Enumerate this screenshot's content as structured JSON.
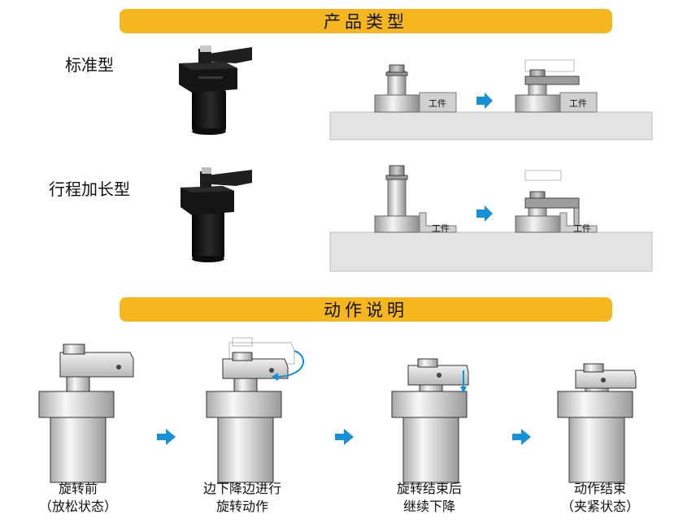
{
  "sections": {
    "product_types": "产品类型",
    "action_description": "动作说明"
  },
  "types": [
    {
      "label": "标准型",
      "workpiece_before": "工件",
      "workpiece_after": "工件"
    },
    {
      "label": "行程加长型",
      "workpiece_before": "工件",
      "workpiece_after": "工件"
    }
  ],
  "steps": [
    {
      "line1": "旋转前",
      "line2": "（放松状态）"
    },
    {
      "line1": "边下降边进行",
      "line2": "旋转动作"
    },
    {
      "line1": "旋转结束后",
      "line2": "继续下降"
    },
    {
      "line1": "动作结束",
      "line2": "（夹紧状态）"
    }
  ],
  "colors": {
    "banner": "#f6b61e",
    "arrow": "#1591d7",
    "table": "#e3e3e3",
    "cylinder_body": "#111111"
  },
  "icons": [
    "right-arrow-icon",
    "rotation-arrow-icon",
    "down-arrow-icon"
  ]
}
